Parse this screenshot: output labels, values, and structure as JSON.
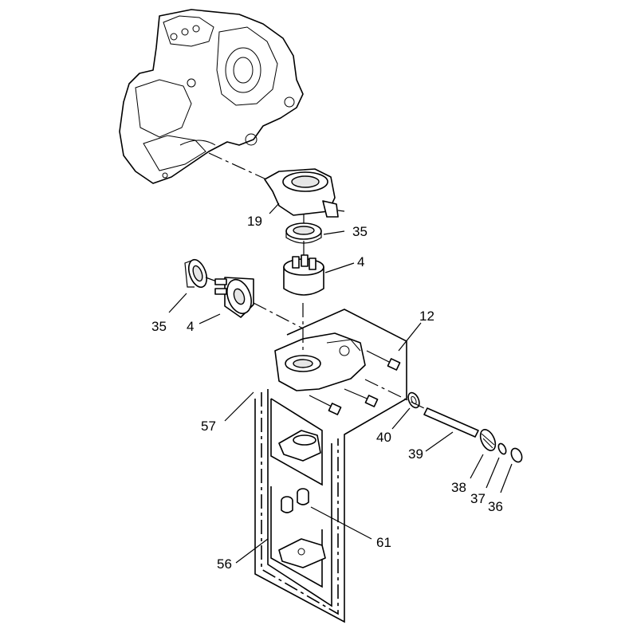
{
  "diagram": {
    "callouts": {
      "c19": "19",
      "c35_top": "35",
      "c4_top": "4",
      "c35_left": "35",
      "c4_left": "4",
      "c12": "12",
      "c57": "57",
      "c40": "40",
      "c39": "39",
      "c38": "38",
      "c37": "37",
      "c36": "36",
      "c61": "61",
      "c56": "56"
    }
  }
}
